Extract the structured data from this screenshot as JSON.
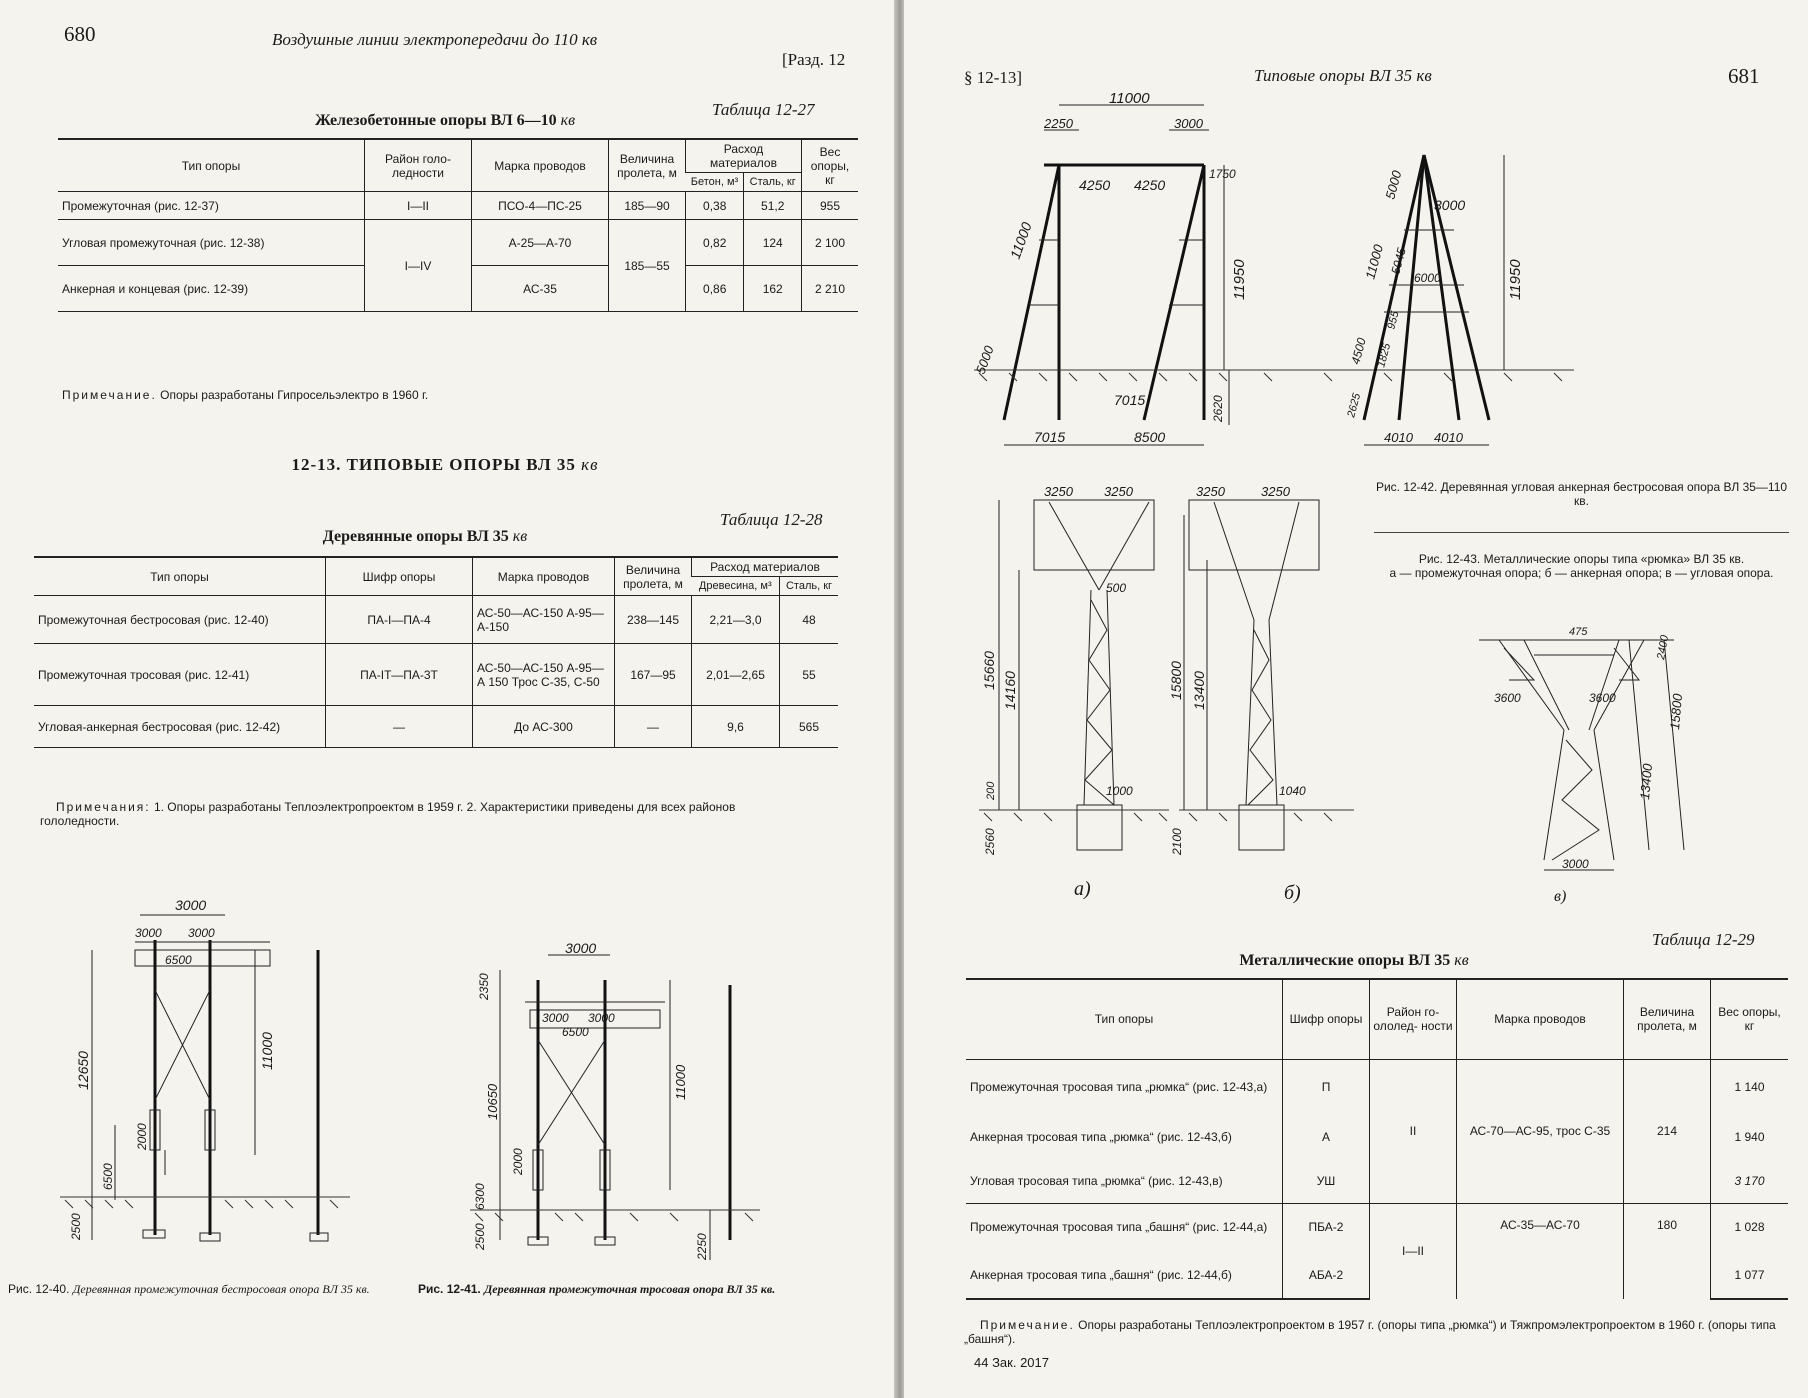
{
  "left_page": {
    "page_number": "680",
    "running_head": "Воздушные линии электропередачи до 110 кв",
    "section_ref": "[Разд. 12",
    "table_27": {
      "label": "Таблица 12-27",
      "title": "Железобетонные опоры ВЛ 6—10",
      "title_unit": "кв",
      "headers": {
        "type": "Тип опоры",
        "region": "Район голо- ледности",
        "wire": "Марка проводов",
        "span": "Величина пролета, м",
        "consumption": "Расход материалов",
        "concrete": "Бетон, м³",
        "steel": "Сталь, кг",
        "weight": "Вес опоры, кг"
      },
      "rows": [
        {
          "type": "Промежуточная (рис. 12-37)",
          "region": "I—II",
          "wire": "ПСО-4—ПС-25",
          "span": "185—90",
          "concrete": "0,38",
          "steel": "51,2",
          "weight": "955"
        },
        {
          "type": "Угловая промежуточная (рис. 12-38)",
          "region": "I—IV",
          "wire": "А-25—А-70",
          "span": "185—55",
          "concrete": "0,82",
          "steel": "124",
          "weight": "2 100"
        },
        {
          "type": "Анкерная и концевая (рис. 12-39)",
          "region": "",
          "wire": "АС-35",
          "span": "",
          "concrete": "0,86",
          "steel": "162",
          "weight": "2 210"
        }
      ],
      "note_label": "Примечание.",
      "note_text": "Опоры разработаны Гипросельэлектро в 1960 г."
    },
    "section_title": "12-13. ТИПОВЫЕ ОПОРЫ ВЛ 35",
    "section_unit": "кв",
    "table_28": {
      "label": "Таблица 12-28",
      "title": "Деревянные опоры ВЛ 35",
      "title_unit": "кв",
      "headers": {
        "type": "Тип опоры",
        "code": "Шифр опоры",
        "wire": "Марка проводов",
        "span": "Величина пролета, м",
        "consumption": "Расход материалов",
        "wood": "Древесина, м³",
        "steel": "Сталь, кг"
      },
      "rows": [
        {
          "type": "Промежуточная бестросовая (рис. 12-40)",
          "code": "ПА-I—ПА-4",
          "wire": "АС-50—АС-150 А-95—А-150",
          "span": "238—145",
          "wood": "2,21—3,0",
          "steel": "48"
        },
        {
          "type": "Промежуточная тросовая (рис. 12-41)",
          "code": "ПА-IТ—ПА-3Т",
          "wire": "АС-50—АС-150 А-95—А 150 Трос С-35, С-50",
          "span": "167—95",
          "wood": "2,01—2,65",
          "steel": "55"
        },
        {
          "type": "Угловая-анкерная бестросовая (рис. 12-42)",
          "code": "—",
          "wire": "До АС-300",
          "span": "—",
          "wood": "9,6",
          "steel": "565"
        }
      ],
      "note_label": "Примечания:",
      "note_text": "1. Опоры разработаны Теплоэлектропроектом в 1959 г. 2. Характеристики приведены для всех районов гололедности."
    },
    "fig40": {
      "dims": [
        "3000",
        "3000",
        "3000",
        "6500",
        "12650",
        "11000",
        "2000",
        "6500",
        "2500"
      ],
      "caption_num": "Рис. 12-40.",
      "caption_text": "Деревянная промежуточная бестросовая опора ВЛ 35 кв."
    },
    "fig41": {
      "dims": [
        "3000",
        "2350",
        "3000",
        "3000",
        "6500",
        "10650",
        "11000",
        "2000",
        "6300",
        "2500",
        "2250"
      ],
      "caption_num": "Рис. 12-41.",
      "caption_text": "Деревянная промежуточная тросовая опора ВЛ 35 кв."
    }
  },
  "right_page": {
    "section_ref": "§ 12-13]",
    "running_head": "Типовые опоры ВЛ 35 кв",
    "page_number": "681",
    "fig42": {
      "dims": [
        "11000",
        "2250",
        "3000",
        "4250",
        "4250",
        "1750",
        "11000",
        "11950",
        "5000",
        "7015",
        "2620",
        "7015",
        "8500",
        "5000",
        "3000",
        "11000",
        "5045",
        "6000",
        "955",
        "1825",
        "4500",
        "2625",
        "11950",
        "4010",
        "4010"
      ],
      "caption": "Рис. 12-42. Деревянная угловая анкерная бестросовая опора ВЛ 35—110 кв."
    },
    "fig43": {
      "dims_a": [
        "3250",
        "3250",
        "500",
        "15660",
        "14160",
        "1000",
        "200",
        "2560"
      ],
      "dims_b": [
        "3250",
        "3250",
        "15800",
        "13400",
        "1040",
        "2100"
      ],
      "dims_c": [
        "475",
        "2400",
        "3600",
        "3600",
        "15800",
        "13400",
        "3000"
      ],
      "label_a": "а)",
      "label_b": "б)",
      "label_c": "в)",
      "caption_title": "Рис. 12-43. Металлические опоры типа «рюмка» ВЛ 35 кв.",
      "caption_legend": "а — промежуточная опора; б — анкерная опора; в — угловая опора."
    },
    "table_29": {
      "label": "Таблица 12-29",
      "title": "Металлические опоры ВЛ 35",
      "title_unit": "кв",
      "headers": {
        "type": "Тип опоры",
        "code": "Шифр опоры",
        "region": "Район го-ололед- ности",
        "wire": "Марка проводов",
        "span": "Величина пролета, м",
        "weight": "Вес опоры, кг"
      },
      "rows": [
        {
          "type": "Промежуточная тросовая типа „рюмка“ (рис. 12-43,а)",
          "code": "П",
          "weight": "1 140"
        },
        {
          "type": "Анкерная тросовая типа „рюмка“ (рис. 12-43,б)",
          "code": "А",
          "weight": "1 940"
        },
        {
          "type": "Угловая тросовая типа „рюмка“ (рис. 12-43,в)",
          "code": "УШ",
          "weight": "3 170"
        },
        {
          "type": "Промежуточная тросовая типа „башня“ (рис. 12-44,а)",
          "code": "ПБА-2",
          "weight": "1 028"
        },
        {
          "type": "Анкерная тросовая типа „башня“ (рис. 12-44,б)",
          "code": "АБА-2",
          "weight": "1 077"
        }
      ],
      "group1": {
        "region": "II",
        "wire": "АС-70—АС-95, трос С-35",
        "span": "214"
      },
      "group2": {
        "region": "I—II",
        "wire": "АС-35—АС-70",
        "span": "180"
      },
      "note_label": "Примечание.",
      "note_text": "Опоры разработаны Теплоэлектропроектом в 1957 г. (опоры типа „рюмка“) и Тяжпромэлектропроектом в 1960 г. (опоры типа „башня“)."
    },
    "footer": "44 Зак. 2017"
  }
}
